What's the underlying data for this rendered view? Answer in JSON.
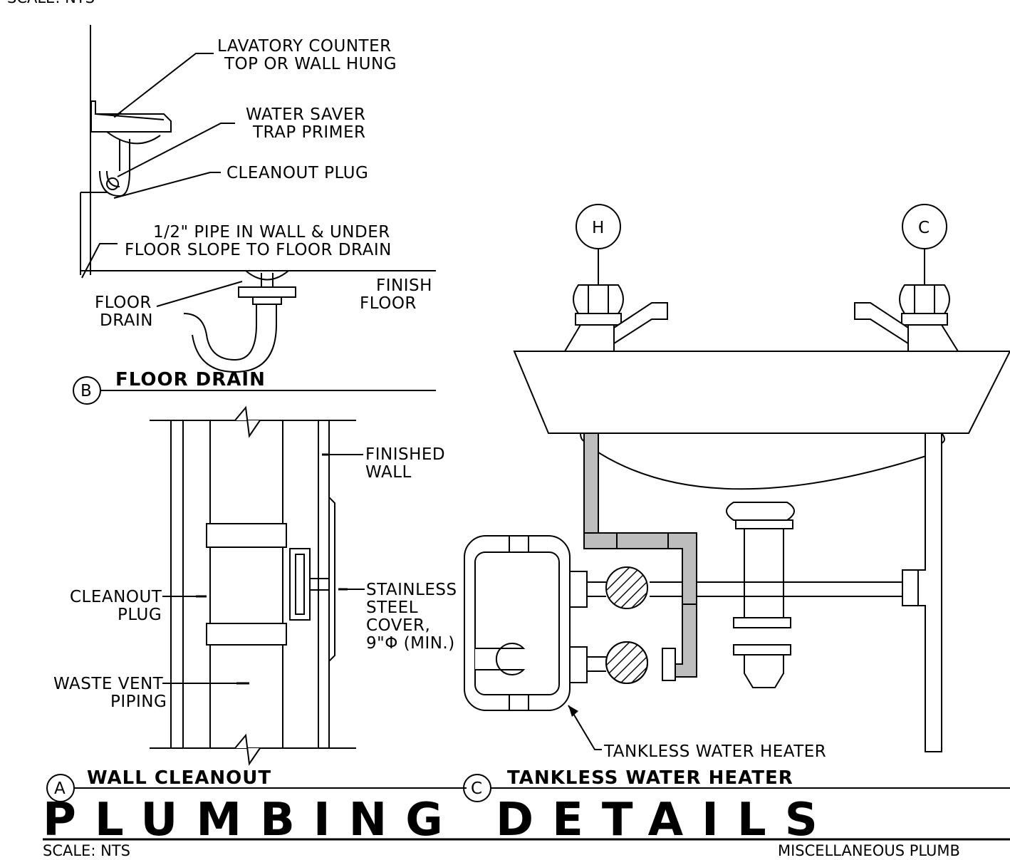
{
  "top_cut_label": "SCALE: NTS",
  "detail_b": {
    "marker": "B",
    "title": "FLOOR DRAIN",
    "labels": {
      "lavatory_1": "LAVATORY COUNTER",
      "lavatory_2": "TOP OR WALL HUNG",
      "water_saver_1": "WATER SAVER",
      "water_saver_2": "TRAP PRIMER",
      "cleanout_plug": "CLEANOUT PLUG",
      "pipe_1": "1/2\" PIPE IN WALL & UNDER",
      "pipe_2": "FLOOR SLOPE TO FLOOR DRAIN",
      "finish_floor_1": "FINISH",
      "finish_floor_2": "FLOOR",
      "floor_drain_1": "FLOOR",
      "floor_drain_2": "DRAIN"
    }
  },
  "detail_a": {
    "marker": "A",
    "title": "WALL CLEANOUT",
    "labels": {
      "finished_wall_1": "FINISHED",
      "finished_wall_2": "WALL",
      "stainless_1": "STAINLESS",
      "stainless_2": "STEEL",
      "stainless_3": "COVER,",
      "stainless_4": "9\"Φ (MIN.)",
      "cleanout_1": "CLEANOUT",
      "cleanout_2": "PLUG",
      "waste_1": "WASTE VENT",
      "waste_2": "PIPING"
    }
  },
  "detail_c": {
    "marker": "C",
    "title": "TANKLESS WATER HEATER",
    "labels": {
      "hot": "H",
      "cold": "C",
      "heater": "TANKLESS WATER HEATER"
    }
  },
  "sheet": {
    "title": "PLUMBING DETAILS",
    "scale": "SCALE: NTS",
    "category": "MISCELLANEOUS PLUMB"
  }
}
